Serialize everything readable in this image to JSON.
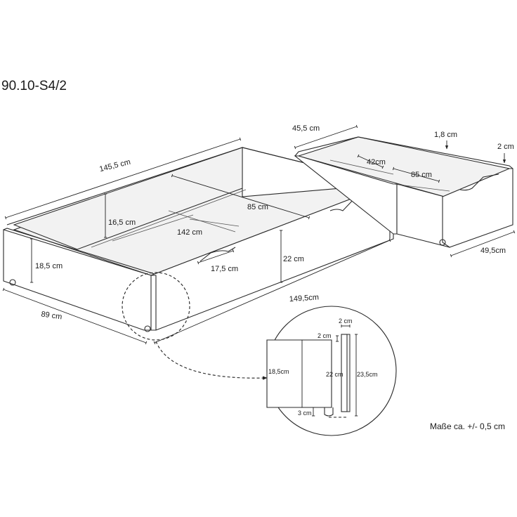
{
  "product_code": "90.10-S4/2",
  "note": "Maße ca. +/- 0,5 cm",
  "large_drawer": {
    "length_top": "145,5 cm",
    "length_bottom": "149,5cm",
    "depth": "89 cm",
    "front_height": "18,5 cm",
    "inner_height": "16,5 cm",
    "back_height": "22 cm",
    "inner_width": "85 cm",
    "inner_length": "142 cm",
    "handle": "17,5 cm"
  },
  "small_drawer": {
    "depth_top": "45,5 cm",
    "inner_depth": "42cm",
    "inner_width": "85 cm",
    "wall": "1,8 cm",
    "rim": "2 cm",
    "length": "49,5cm"
  },
  "detail": {
    "top_gap": "2 cm",
    "thickness": "2 cm",
    "front_height": "18,5cm",
    "side_height": "22 cm",
    "total_height": "23,5cm",
    "wheel": "3 cm"
  }
}
